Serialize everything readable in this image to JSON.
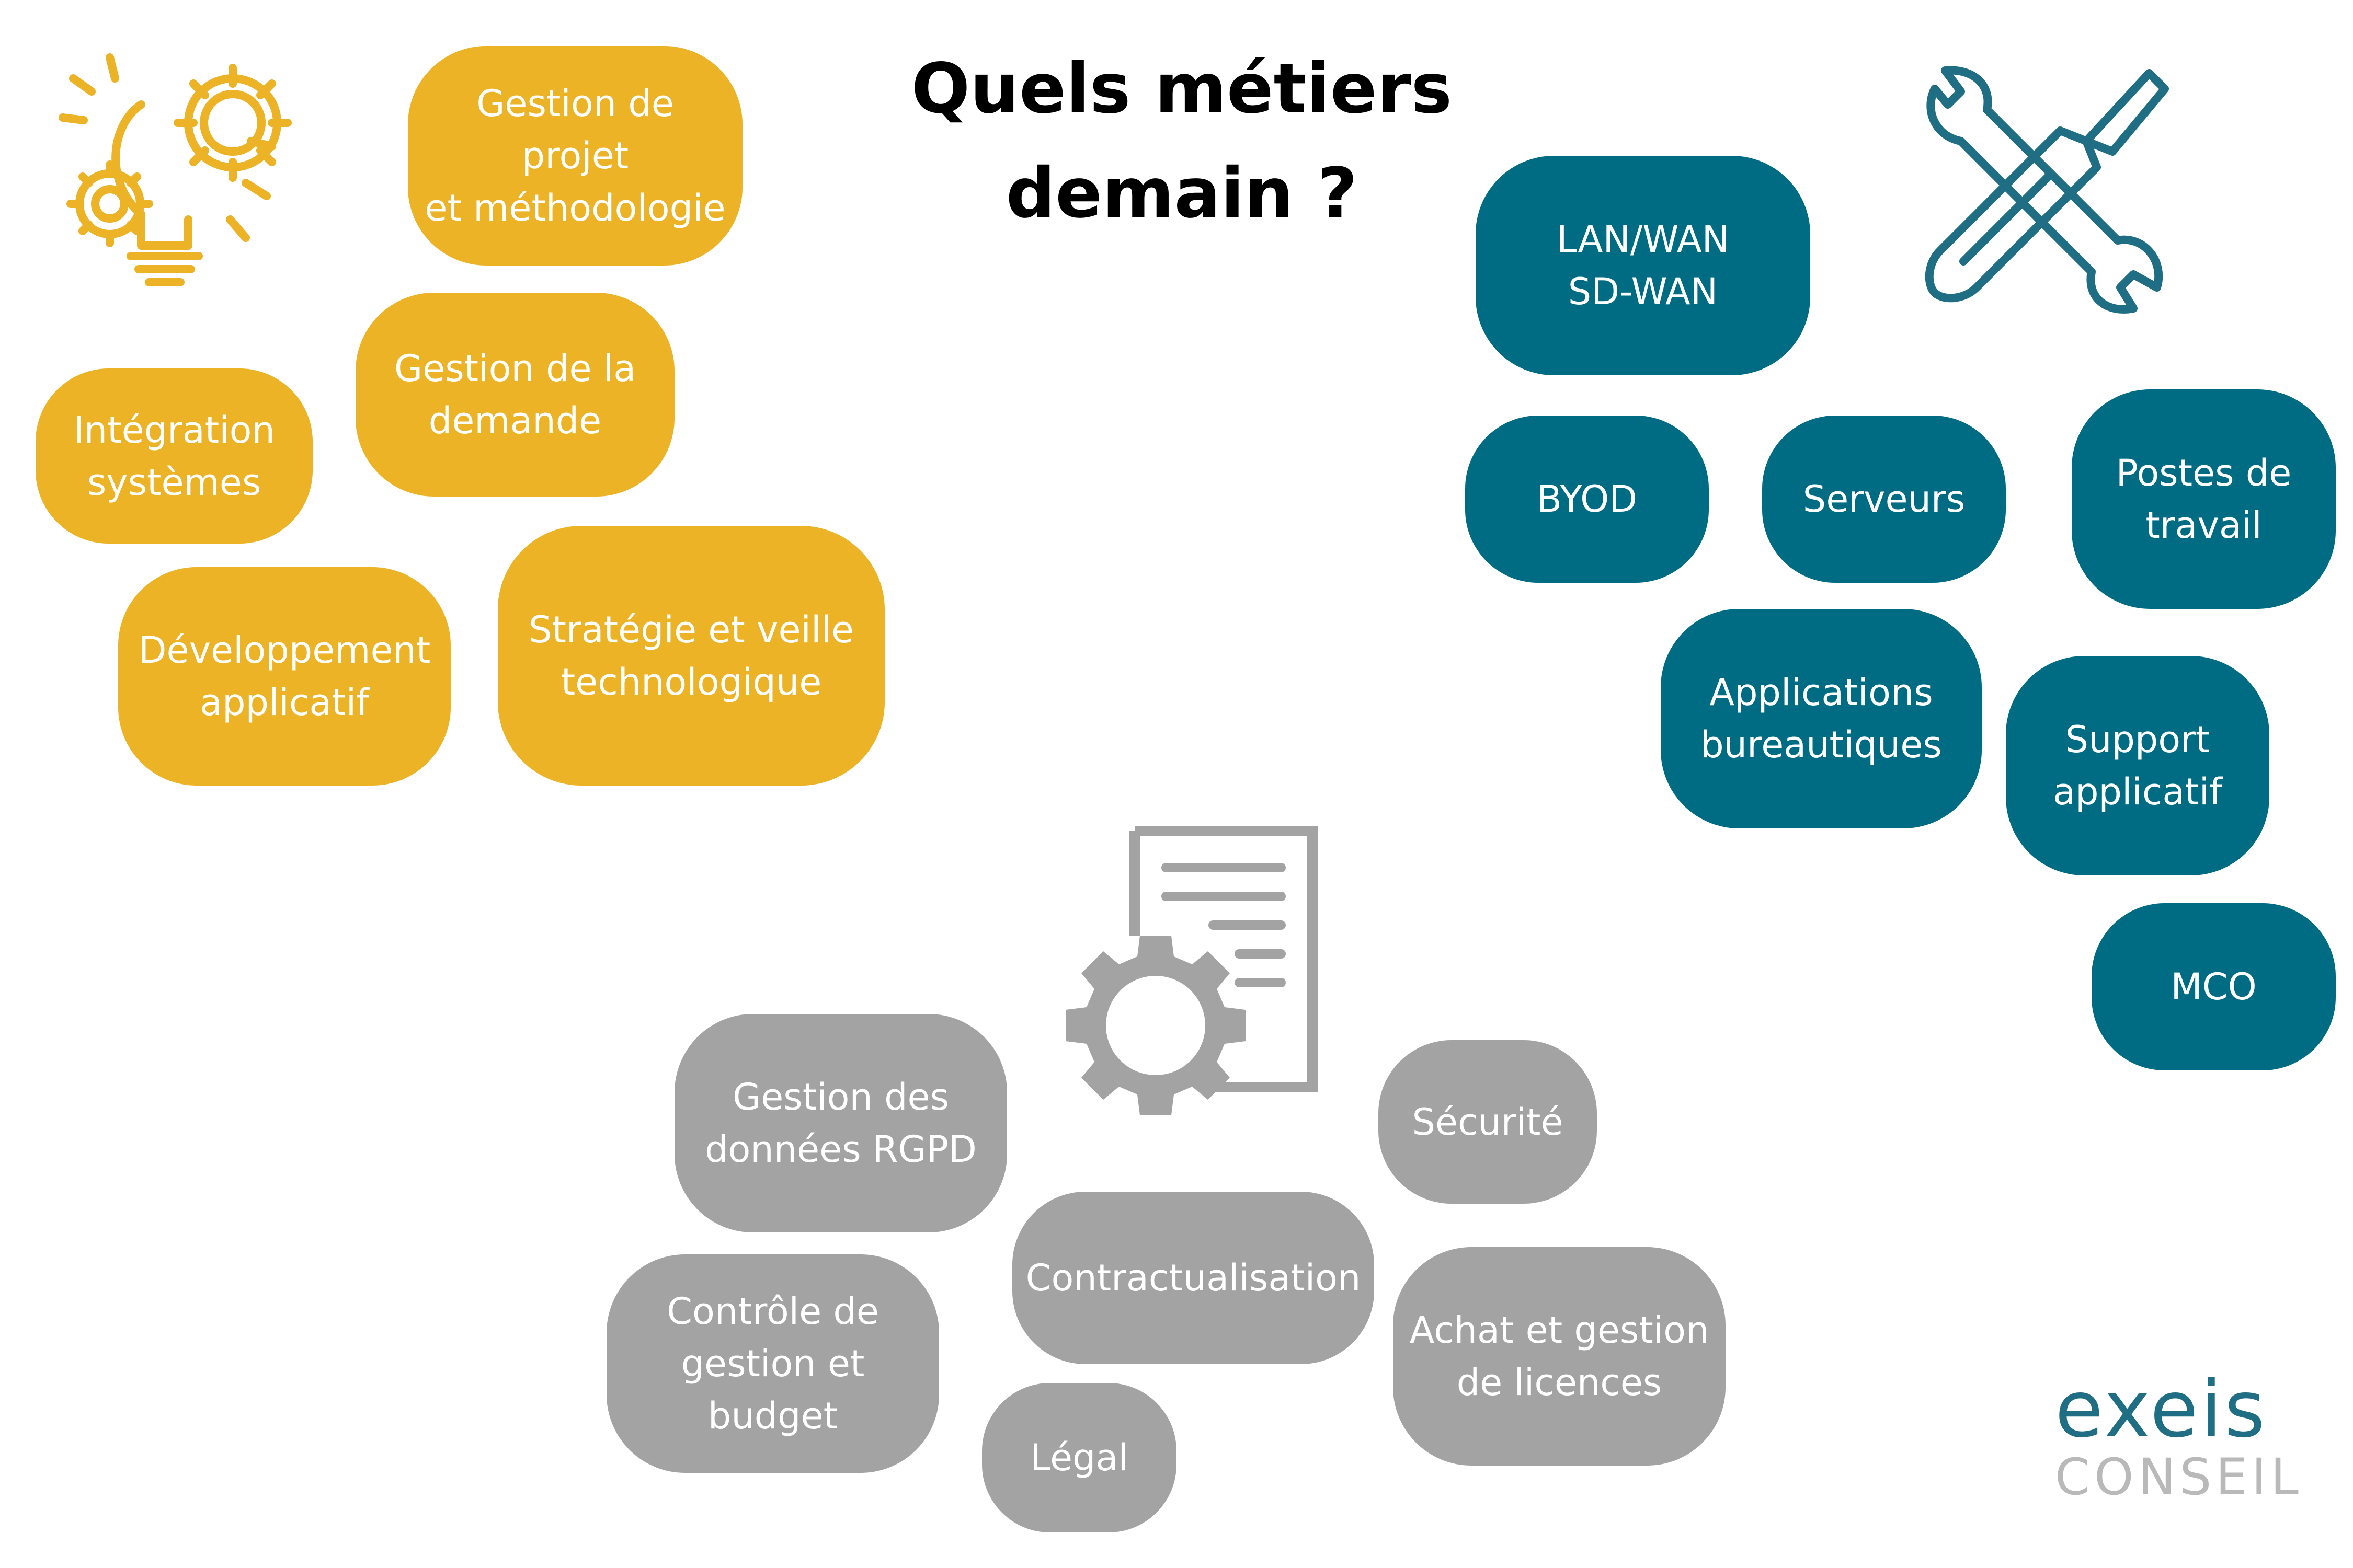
{
  "title": {
    "line1": "Quels métiers",
    "line2": "demain ?"
  },
  "colors": {
    "yellow": "#ebb325",
    "blue": "#006c84",
    "gray": "#a3a3a3"
  },
  "icons": {
    "top_left": "lightbulb-gears-icon",
    "top_right": "wrench-screwdriver-icon",
    "bottom_center": "document-gear-icon"
  },
  "yellow_group": [
    "Gestion de projet\net méthodologie",
    "Gestion de la\ndemande",
    "Intégration\nsystèmes",
    "Développement\napplicatif",
    "Stratégie et veille\ntechnologique"
  ],
  "blue_group": [
    "LAN/WAN\nSD-WAN",
    "BYOD",
    "Serveurs",
    "Postes de\ntravail",
    "Applications\nbureautiques",
    "Support\napplicatif",
    "MCO"
  ],
  "gray_group": [
    "Gestion des\ndonnées RGPD",
    "Sécurité",
    "Contractualisation",
    "Contrôle de\ngestion et budget",
    "Achat et gestion\nde licences",
    "Légal"
  ],
  "logo": {
    "top": "exeis",
    "bottom": "CONSEIL"
  }
}
